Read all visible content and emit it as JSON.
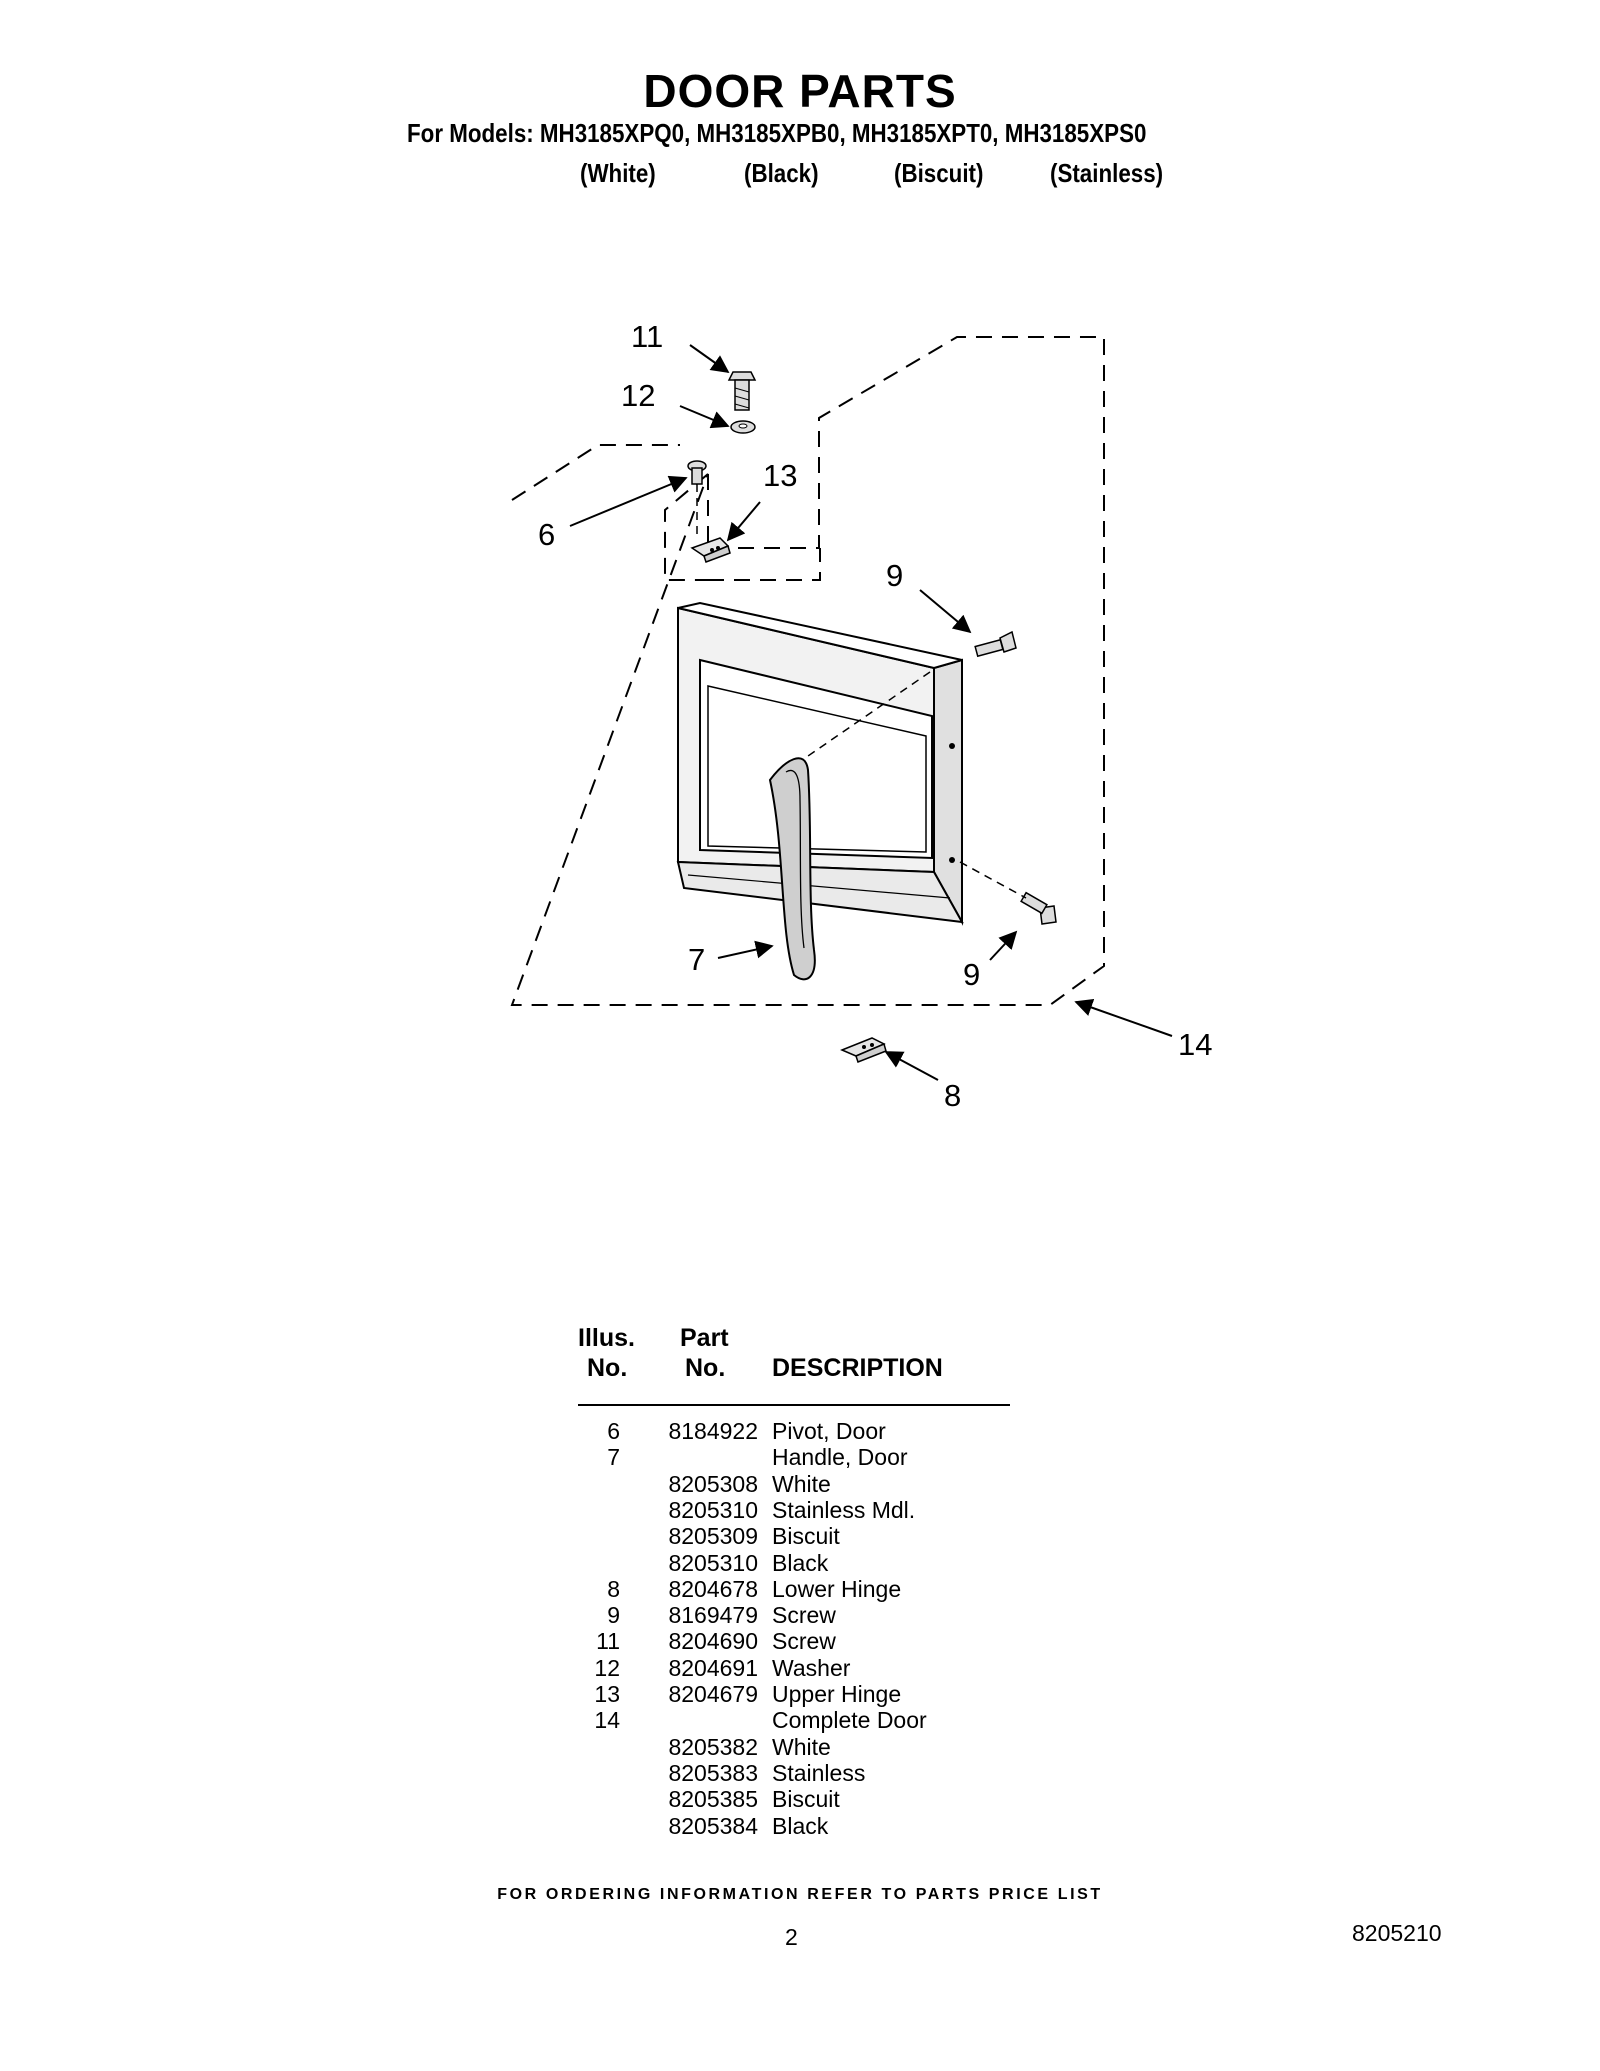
{
  "header": {
    "title": "DOOR PARTS",
    "models_line": "For Models: MH3185XPQ0, MH3185XPB0, MH3185XPT0, MH3185XPS0",
    "variants": [
      "(White)",
      "(Black)",
      "(Biscuit)",
      "(Stainless)"
    ]
  },
  "diagram": {
    "callouts": [
      "11",
      "12",
      "13",
      "6",
      "9",
      "9",
      "7",
      "14",
      "8"
    ]
  },
  "parts_table": {
    "headers": {
      "illus_line1": "Illus.",
      "illus_line2": "No.",
      "part_line1": "Part",
      "part_line2": "No.",
      "description": "DESCRIPTION"
    },
    "rows": [
      {
        "illus": "6",
        "part": "8184922",
        "desc": "Pivot, Door"
      },
      {
        "illus": "7",
        "part": "",
        "desc": "Handle, Door"
      },
      {
        "illus": "",
        "part": "8205308",
        "desc": "White"
      },
      {
        "illus": "",
        "part": "8205310",
        "desc": "Stainless Mdl."
      },
      {
        "illus": "",
        "part": "8205309",
        "desc": "Biscuit"
      },
      {
        "illus": "",
        "part": "8205310",
        "desc": "Black"
      },
      {
        "illus": "8",
        "part": "8204678",
        "desc": "Lower Hinge"
      },
      {
        "illus": "9",
        "part": "8169479",
        "desc": "Screw"
      },
      {
        "illus": "11",
        "part": "8204690",
        "desc": "Screw"
      },
      {
        "illus": "12",
        "part": "8204691",
        "desc": "Washer"
      },
      {
        "illus": "13",
        "part": "8204679",
        "desc": "Upper Hinge"
      },
      {
        "illus": "14",
        "part": "",
        "desc": "Complete Door"
      },
      {
        "illus": "",
        "part": "8205382",
        "desc": "White"
      },
      {
        "illus": "",
        "part": "8205383",
        "desc": "Stainless"
      },
      {
        "illus": "",
        "part": "8205385",
        "desc": "Biscuit"
      },
      {
        "illus": "",
        "part": "8205384",
        "desc": "Black"
      }
    ]
  },
  "footer": {
    "note": "FOR ORDERING INFORMATION REFER TO PARTS PRICE LIST",
    "page_number": "2",
    "doc_number": "8205210"
  }
}
